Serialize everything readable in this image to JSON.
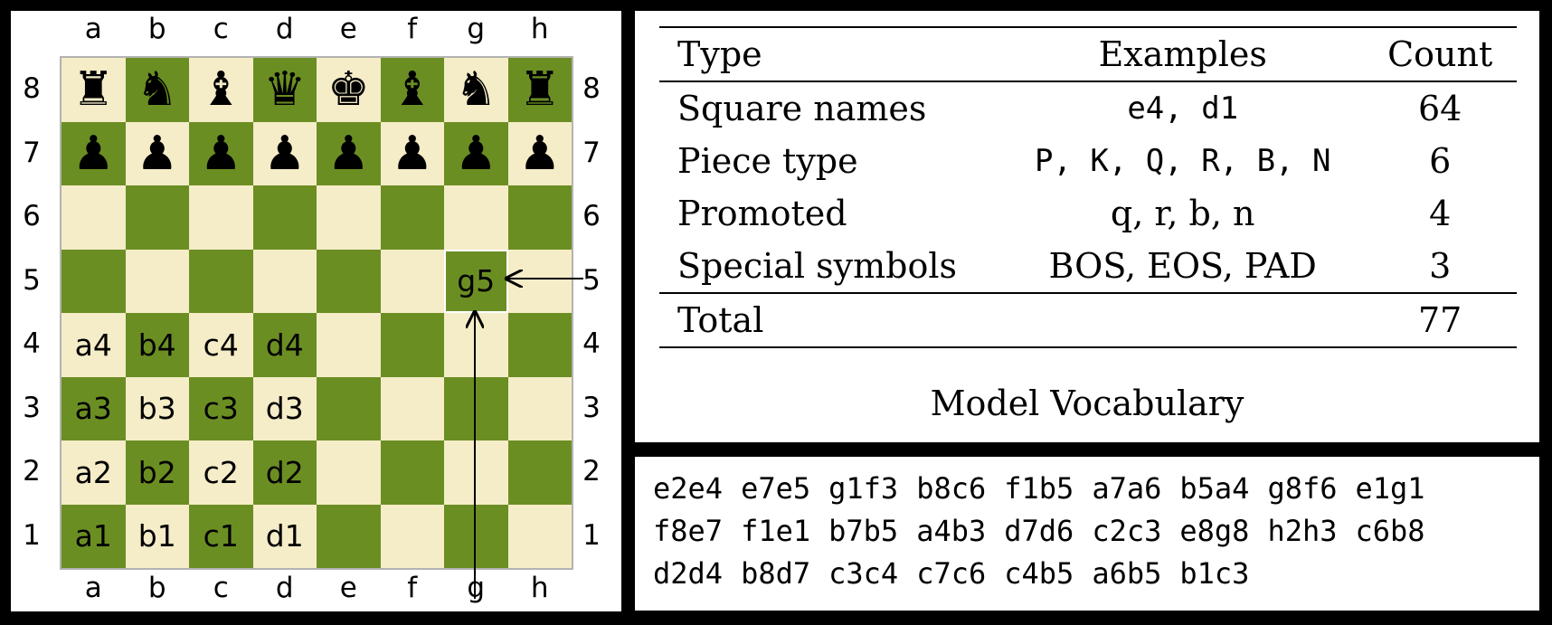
{
  "board": {
    "files": [
      "a",
      "b",
      "c",
      "d",
      "e",
      "f",
      "g",
      "h"
    ],
    "ranks": [
      "8",
      "7",
      "6",
      "5",
      "4",
      "3",
      "2",
      "1"
    ],
    "pieces": {
      "a8": "♜",
      "b8": "♞",
      "c8": "♝",
      "d8": "♛",
      "e8": "♚",
      "f8": "♝",
      "g8": "♞",
      "h8": "♜",
      "a7": "♟",
      "b7": "♟",
      "c7": "♟",
      "d7": "♟",
      "e7": "♟",
      "f7": "♟",
      "g7": "♟",
      "h7": "♟"
    },
    "piece_icons": {
      "♜": "rook-icon",
      "♞": "knight-icon",
      "♝": "bishop-icon",
      "♛": "queen-icon",
      "♚": "king-icon",
      "♟": "pawn-icon"
    },
    "labeled_squares": [
      "a4",
      "b4",
      "c4",
      "d4",
      "a3",
      "b3",
      "c3",
      "d3",
      "a2",
      "b2",
      "c2",
      "d2",
      "a1",
      "b1",
      "c1",
      "d1",
      "g5"
    ],
    "highlight": "g5",
    "light_color": "#f5ecc8",
    "dark_color": "#6b8e23"
  },
  "vocab": {
    "headers": [
      "Type",
      "Examples",
      "Count"
    ],
    "rows": [
      {
        "type": "Square names",
        "examples": "e4, d1",
        "count": "64",
        "mono": true
      },
      {
        "type": "Piece type",
        "examples": "P, K, Q, R, B, N",
        "count": "6",
        "mono": true
      },
      {
        "type": "Promoted",
        "examples": "q, r, b, n",
        "count": "4",
        "mono": false
      },
      {
        "type": "Special symbols",
        "examples": "BOS, EOS, PAD",
        "count": "3",
        "mono": false
      }
    ],
    "total": {
      "label": "Total",
      "count": "77"
    },
    "caption": "Model Vocabulary"
  },
  "moves": [
    "e2e4",
    "e7e5",
    "g1f3",
    "b8c6",
    "f1b5",
    "a7a6",
    "b5a4",
    "g8f6",
    "e1g1",
    "f8e7",
    "f1e1",
    "b7b5",
    "a4b3",
    "d7d6",
    "c2c3",
    "e8g8",
    "h2h3",
    "c6b8",
    "d2d4",
    "b8d7",
    "c3c4",
    "c7c6",
    "c4b5",
    "a6b5",
    "b1c3"
  ]
}
